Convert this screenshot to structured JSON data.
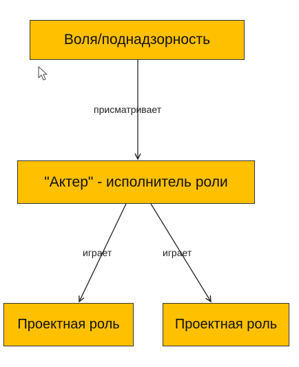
{
  "nodes": {
    "top": "Воля/поднадзорность",
    "middle": "\"Актер\" - исполнитель роли",
    "bottom_left": "Проектная роль",
    "bottom_right": "Проектная роль"
  },
  "edges": {
    "top_to_middle": "присматривает",
    "middle_to_left": "играет",
    "middle_to_right": "играет"
  },
  "colors": {
    "node_fill": "#ffc000",
    "node_border": "#333333",
    "edge": "#222222"
  },
  "icons": [
    "mouse-cursor-icon"
  ]
}
